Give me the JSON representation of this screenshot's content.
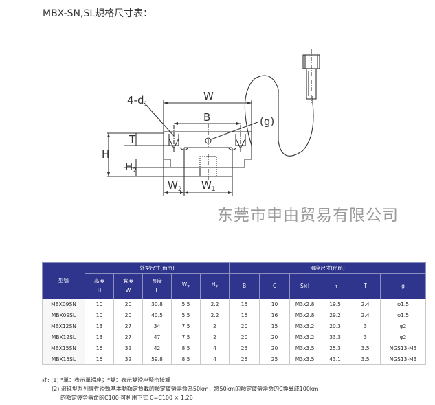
{
  "title": "MBX-SN,SL規格尺寸表：",
  "watermark": "东莞市申由贸易有限公司",
  "drawing": {
    "label_4d1": "4-d",
    "label_4d1_sub": "1",
    "label_W": "W",
    "label_B": "B",
    "label_g": "(g)",
    "label_T": "T",
    "label_H": "H",
    "label_H2": "H",
    "label_H2_sub": "2",
    "label_W2": "W",
    "label_W2_sub": "2",
    "label_W1": "W",
    "label_W1_sub": "1"
  },
  "table": {
    "model_header": "型號",
    "group_outer": "外型尺寸(mm)",
    "group_block": "滑座尺寸(mm)",
    "sub_headers": [
      {
        "main": "高度",
        "sub": "H"
      },
      {
        "main": "寬度",
        "sub": "W"
      },
      {
        "main": "長度",
        "sub": "L"
      },
      {
        "main": "W",
        "sub": "2"
      },
      {
        "main": "H",
        "sub": "2"
      },
      {
        "main": "B",
        "sub": ""
      },
      {
        "main": "C",
        "sub": ""
      },
      {
        "main": "S×l",
        "sub": ""
      },
      {
        "main": "L",
        "sub": "1"
      },
      {
        "main": "T",
        "sub": ""
      },
      {
        "main": "g",
        "sub": ""
      }
    ],
    "rows": [
      [
        "MBX09SN",
        "10",
        "20",
        "30.8",
        "5.5",
        "2.2",
        "15",
        "10",
        "M3x2.8",
        "19.5",
        "2.4",
        "φ1.5"
      ],
      [
        "MBX09SL",
        "10",
        "20",
        "40.5",
        "5.5",
        "2.2",
        "15",
        "16",
        "M3x2.8",
        "29.2",
        "2.4",
        "φ1.5"
      ],
      [
        "MBX12SN",
        "13",
        "27",
        "34",
        "7.5",
        "2",
        "20",
        "15",
        "M3x3.2",
        "20.3",
        "3",
        "φ2"
      ],
      [
        "MBX12SL",
        "13",
        "27",
        "47",
        "7.5",
        "2",
        "20",
        "20",
        "M3x3.2",
        "33.3",
        "3",
        "φ2"
      ],
      [
        "MBX15SN",
        "16",
        "32",
        "42",
        "8.5",
        "4",
        "25",
        "20",
        "M3x3.5",
        "25.3",
        "3.5",
        "NGS13-M3"
      ],
      [
        "MBX15SL",
        "16",
        "32",
        "59.8",
        "8.5",
        "4",
        "25",
        "25",
        "M3x3.5",
        "43.1",
        "3.5",
        "NGS13-M3"
      ]
    ]
  },
  "notes": {
    "line1": "註: (1)  *單：表示單滑座；*雙：表示雙滑座緊密接觸",
    "line2": "(2) 滾珠型系列線性滑軌基本動額定負載的額定疲勞壽命為50km，將50km的額定疲勞壽命的C換算成100km",
    "line3": "的額定疲勞壽命的C100 可利用下式 C=C100 × 1.26"
  }
}
